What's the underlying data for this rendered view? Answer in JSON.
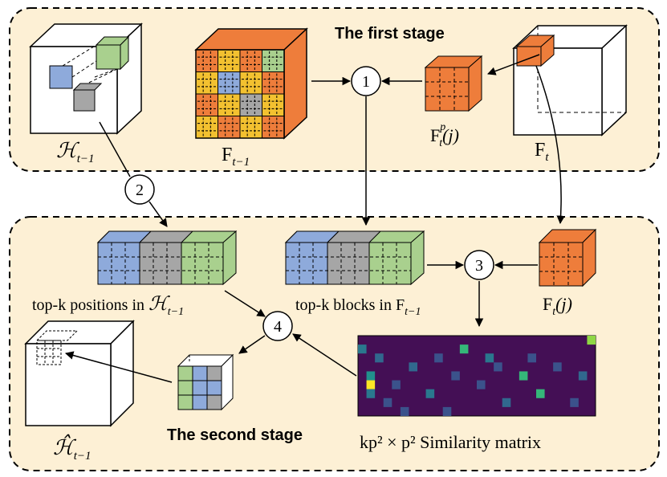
{
  "stages": {
    "first": "The first stage",
    "second": "The second stage"
  },
  "steps": [
    "1",
    "2",
    "3",
    "4"
  ],
  "labels": {
    "h_prev": {
      "main": "ℋ",
      "sub": "t−1"
    },
    "f_prev": {
      "main": "F",
      "sub": "t−1"
    },
    "f_patch": {
      "main": "F",
      "sup": "p",
      "sub": "t",
      "arg": "(j)"
    },
    "f_cur": {
      "main": "F",
      "sub": "t"
    },
    "topk_positions": {
      "text": "top-k positions in ",
      "main": "ℋ",
      "sub": "t−1"
    },
    "topk_blocks": {
      "text": "top-k blocks in F",
      "sub": "t−1"
    },
    "ft_j": {
      "main": "F",
      "sub": "t",
      "arg": "(j)"
    },
    "h_hat": {
      "main": "ℋ̂",
      "sub": "t−1"
    },
    "similarity": "kp² × p² Similarity matrix"
  },
  "colors": {
    "stage_fill": "#fdf0d5",
    "orange": "#ee7d3b",
    "yellow": "#f3c130",
    "blue": "#8eaadb",
    "gray": "#a6a6a6",
    "green": "#a9d08e",
    "matrix_bg": "#440f55"
  }
}
